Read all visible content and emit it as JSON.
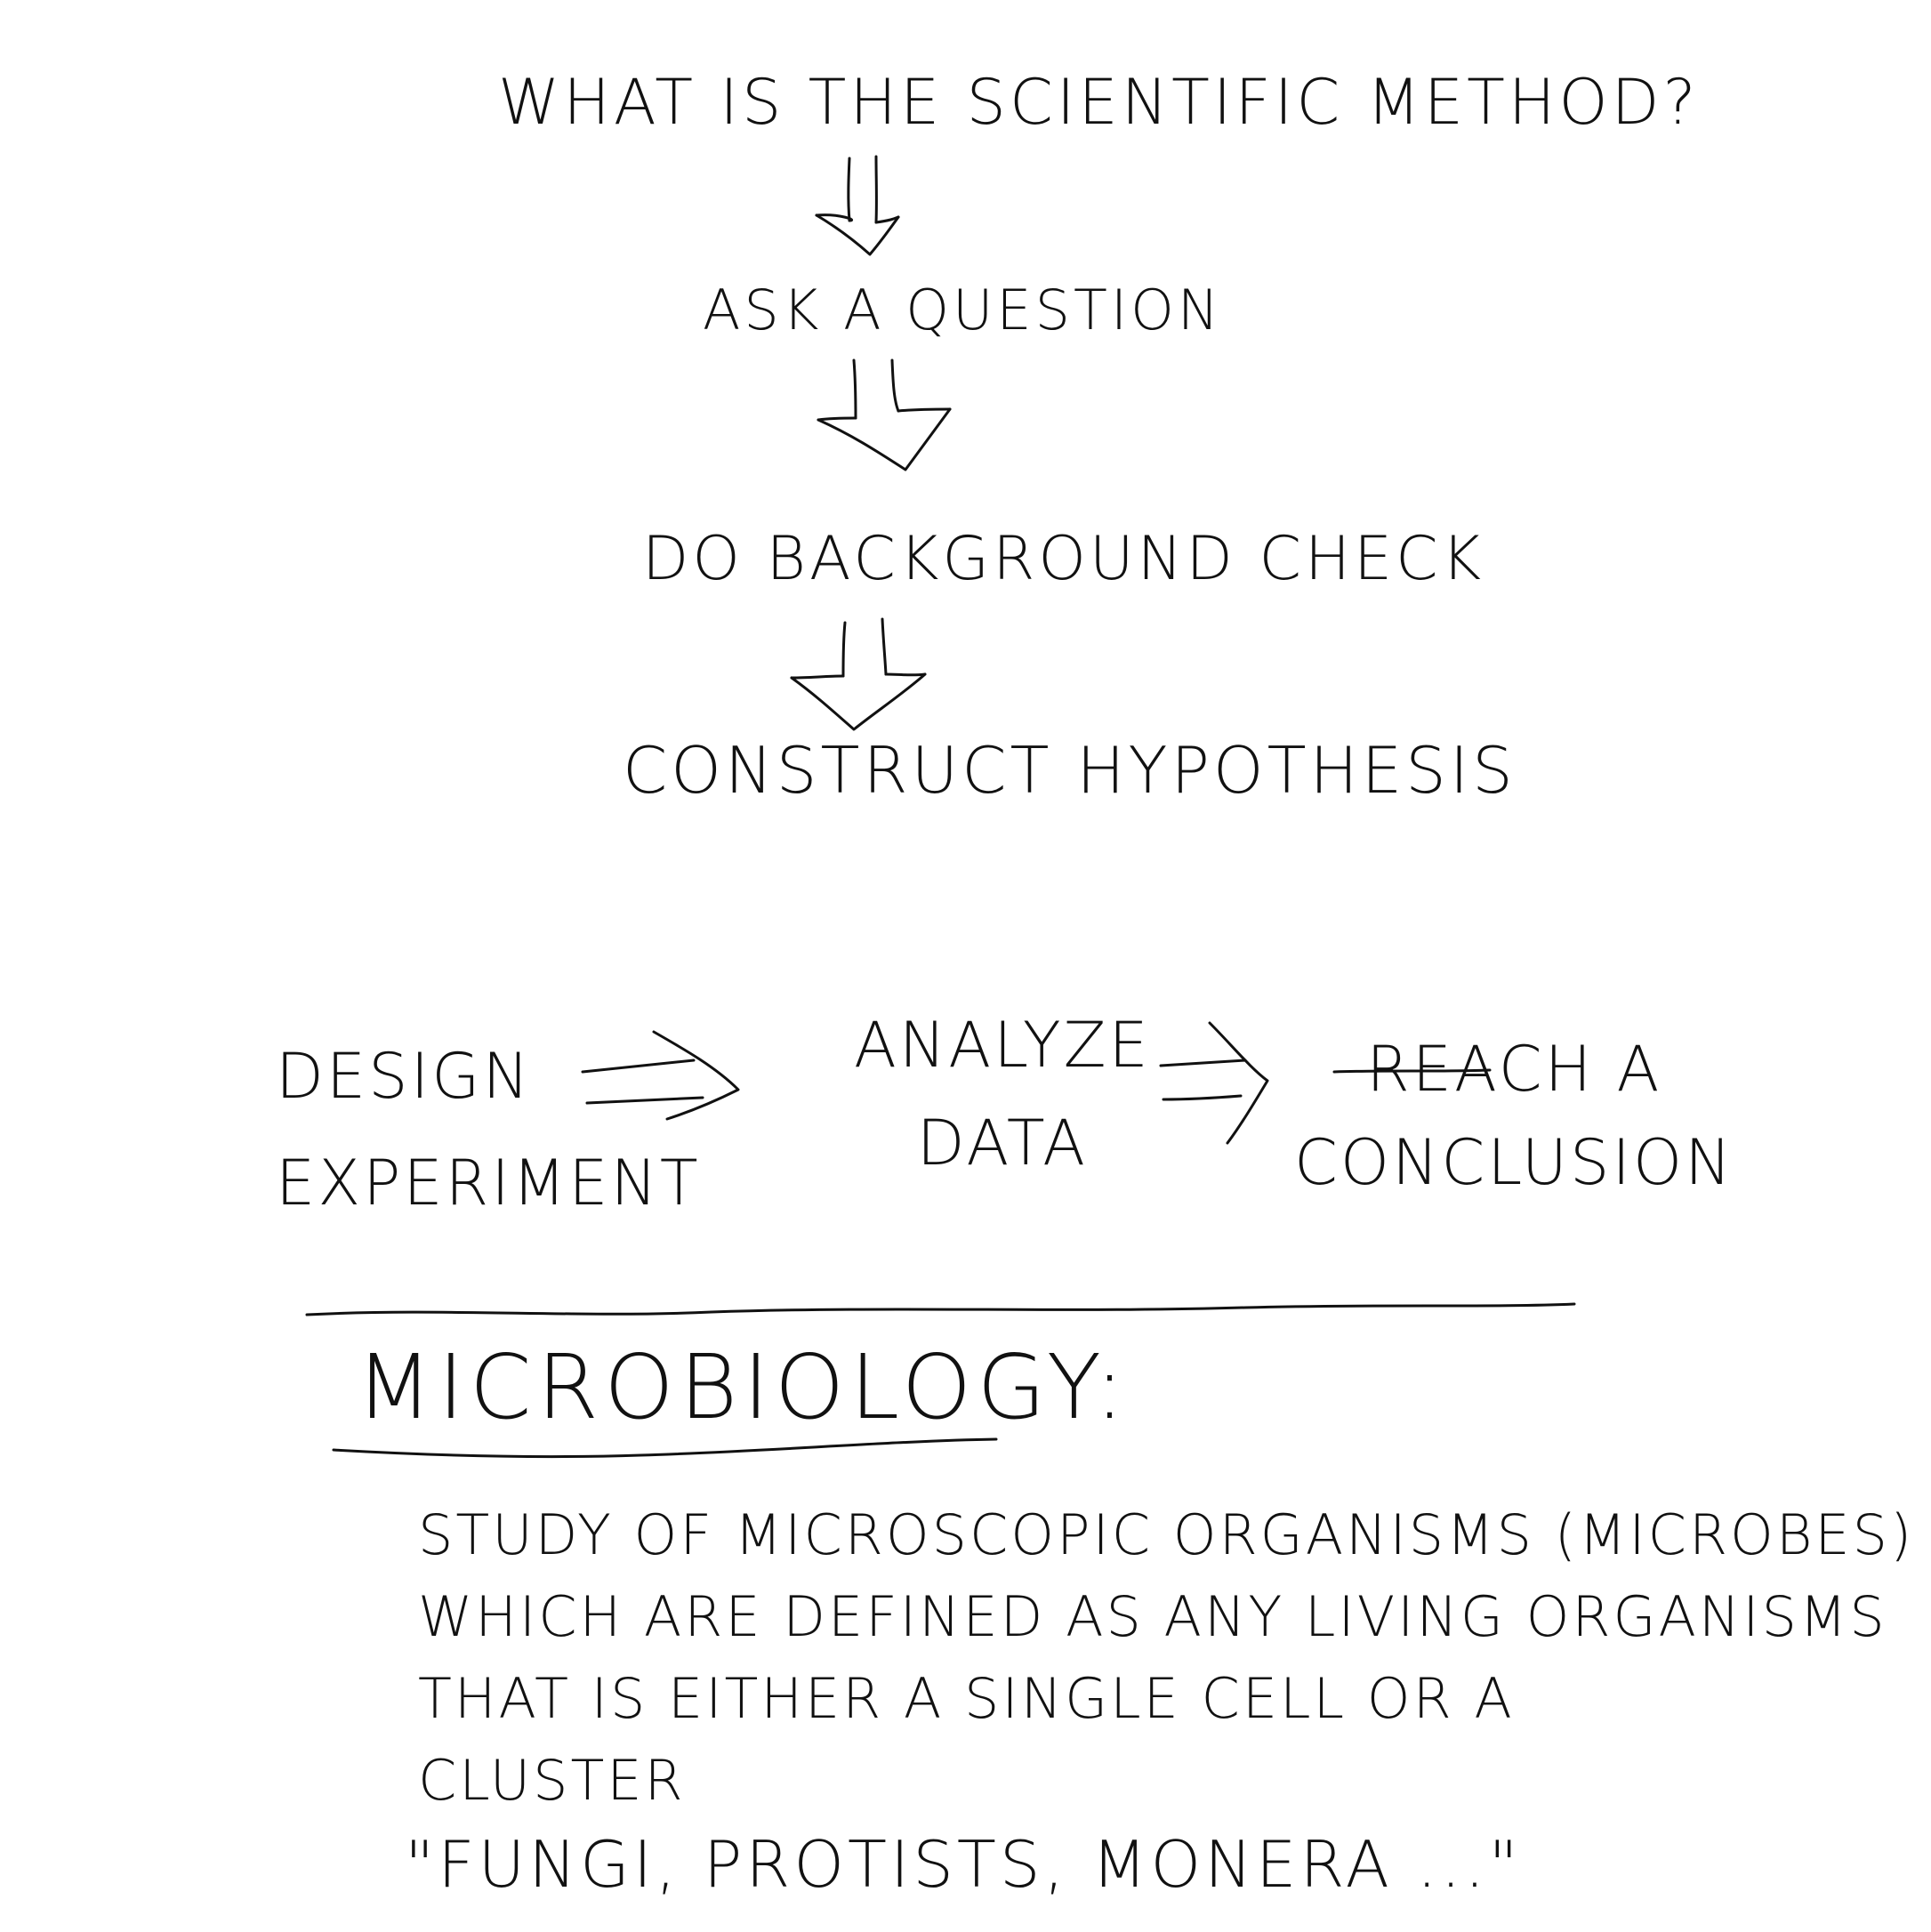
{
  "note": {
    "title": "WHAT IS THE SCIENTIFIC METHOD?",
    "steps_vertical": [
      "ASK A QUESTION",
      "DO BACKGROUND CHECK",
      "CONSTRUCT HYPOTHESIS"
    ],
    "steps_horizontal": {
      "design": [
        "DESIGN",
        "EXPERIMENT"
      ],
      "analyze": [
        "ANALYZE",
        "DATA"
      ],
      "conclusion": [
        "REACH A",
        "CONCLUSION"
      ]
    },
    "section": {
      "heading": "MICROBIOLOGY:",
      "definition": [
        "STUDY OF MICROSCOPIC ORGANISMS (MICROBES)",
        "WHICH ARE DEFINED AS ANY LIVING ORGANISMS",
        "THAT IS EITHER A SINGLE CELL OR A",
        "CLUSTER"
      ],
      "examples": "\"FUNGI, PROTISTS, MONERA ...\""
    }
  },
  "ink_color": "#111111",
  "paper_color": "#ffffff"
}
